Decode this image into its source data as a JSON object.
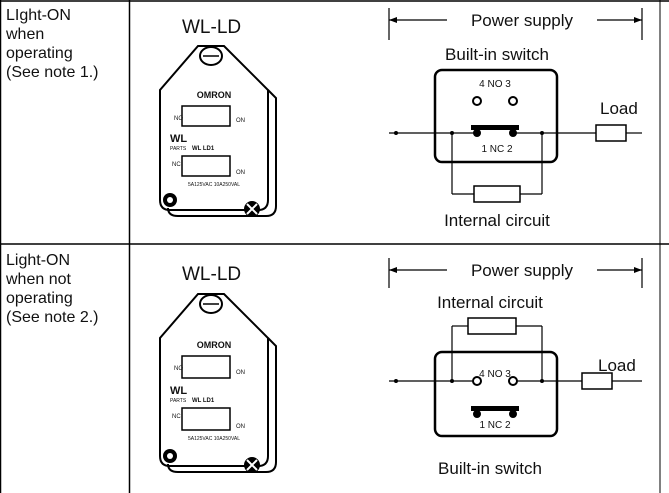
{
  "rows": [
    {
      "label": "LIght-ON\nwhen\noperating\n(See note 1.)",
      "model": "WL-LD",
      "device": {
        "brand": "OMRON",
        "top_left": "NO",
        "top_right": "ON",
        "series": "WL",
        "parts_text": "PARTS",
        "part_no": "WL LD1",
        "bottom_left": "NC",
        "bottom_right": "ON",
        "rating": "5A125VAC 10A250VAL"
      },
      "diagram": {
        "power_supply": "Power supply",
        "switch_label": "Built-in switch",
        "load_label": "Load",
        "circuit_label": "Internal circuit",
        "top_contacts": "4  NO  3",
        "bottom_contacts": "1    NC    2"
      }
    },
    {
      "label": "Light-ON\nwhen not\noperating\n(See note 2.)",
      "model": "WL-LD",
      "device": {
        "brand": "OMRON",
        "top_left": "NO",
        "top_right": "ON",
        "series": "WL",
        "parts_text": "PARTS",
        "part_no": "WL LD1",
        "bottom_left": "NC",
        "bottom_right": "ON",
        "rating": "5A125VAC 10A250VAL"
      },
      "diagram": {
        "power_supply": "Power supply",
        "switch_label": "Built-in switch",
        "load_label": "Load",
        "circuit_label": "Internal circuit",
        "top_contacts": "4 NO 3",
        "bottom_contacts": "1 NC 2"
      }
    }
  ]
}
